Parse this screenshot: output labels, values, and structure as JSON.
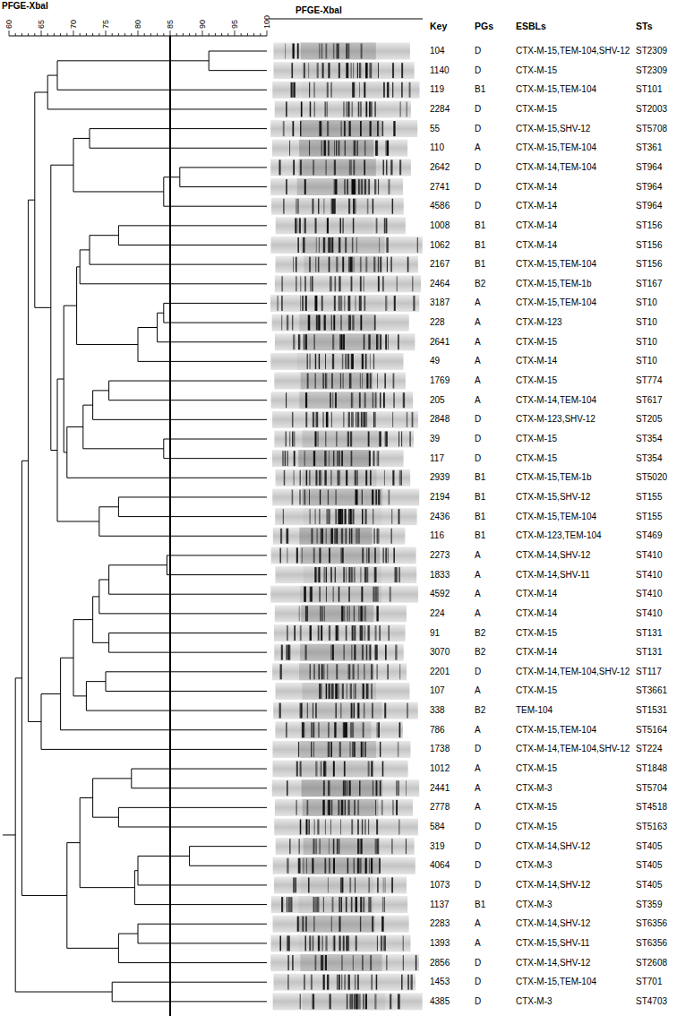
{
  "diagram": {
    "labels": [
      "PFGE-XbaI",
      "60",
      "65",
      "70",
      "75",
      "80",
      "85",
      "90",
      "95",
      "100",
      "PFGE-XbaI",
      "Key",
      "PGs",
      "ESBLs",
      "STs",
      "104",
      "D",
      "CTX-M-15,TEM-104,SHV-12",
      "ST2309",
      "1140",
      "D",
      "CTX-M-15",
      "ST2309",
      "119",
      "B1",
      "CTX-M-15,TEM-104",
      "ST101",
      "2284",
      "D",
      "CTX-M-15",
      "ST2003",
      "55",
      "D",
      "CTX-M-15,SHV-12",
      "ST5708",
      "110",
      "A",
      "CTX-M-15,TEM-104",
      "ST361",
      "2642",
      "D",
      "CTX-M-14,TEM-104",
      "ST964",
      "2741",
      "D",
      "CTX-M-14",
      "ST964",
      "4586",
      "D",
      "CTX-M-14",
      "ST964",
      "1008",
      "B1",
      "CTX-M-14",
      "ST156",
      "1062",
      "B1",
      "CTX-M-14",
      "ST156",
      "2167",
      "B1",
      "CTX-M-15,TEM-104",
      "ST156",
      "2464",
      "B2",
      "CTX-M-15,TEM-1b",
      "ST167",
      "3187",
      "A",
      "CTX-M-15,TEM-104",
      "ST10",
      "228",
      "A",
      "CTX-M-123",
      "ST10",
      "2641",
      "A",
      "CTX-M-15",
      "ST10",
      "49",
      "A",
      "CTX-M-14",
      "ST10",
      "1769",
      "A",
      "CTX-M-15",
      "ST774",
      "205",
      "A",
      "CTX-M-14,TEM-104",
      "ST617",
      "2848",
      "D",
      "CTX-M-123,SHV-12",
      "ST205",
      "39",
      "D",
      "CTX-M-15",
      "ST354",
      "117",
      "D",
      "CTX-M-15",
      "ST354",
      "2939",
      "B1",
      "CTX-M-15,TEM-1b",
      "ST5020",
      "2194",
      "B1",
      "CTX-M-15,SHV-12",
      "ST155",
      "2436",
      "B1",
      "CTX-M-15,TEM-104",
      "ST155",
      "116",
      "B1",
      "CTX-M-123,TEM-104",
      "ST469",
      "2273",
      "A",
      "CTX-M-14,SHV-12",
      "ST410",
      "1833",
      "A",
      "CTX-M-14,SHV-11",
      "ST410",
      "4592",
      "A",
      "CTX-M-14",
      "ST410",
      "224",
      "A",
      "CTX-M-14",
      "ST410",
      "91",
      "B2",
      "CTX-M-15",
      "ST131",
      "3070",
      "B2",
      "CTX-M-14",
      "ST131",
      "2201",
      "D",
      "CTX-M-14,TEM-104,SHV-12",
      "ST117",
      "107",
      "A",
      "CTX-M-15",
      "ST3661",
      "338",
      "B2",
      "TEM-104",
      "ST1531",
      "786",
      "A",
      "CTX-M-15,TEM-104",
      "ST5164",
      "1738",
      "D",
      "CTX-M-14,TEM-104,SHV-12",
      "ST224",
      "1012",
      "A",
      "CTX-M-15",
      "ST1848",
      "2441",
      "A",
      "CTX-M-3",
      "ST5704",
      "2778",
      "A",
      "CTX-M-15",
      "ST4518",
      "584",
      "D",
      "CTX-M-15",
      "ST5163",
      "319",
      "D",
      "CTX-M-14,SHV-12",
      "ST405",
      "4064",
      "D",
      "CTX-M-3",
      "ST405",
      "1073",
      "D",
      "CTX-M-14,SHV-12",
      "ST405",
      "1137",
      "B1",
      "CTX-M-3",
      "ST359",
      "2283",
      "A",
      "CTX-M-14,SHV-12",
      "ST6356",
      "1393",
      "A",
      "CTX-M-15,SHV-11",
      "ST6356",
      "2856",
      "D",
      "CTX-M-14,SHV-12",
      "ST2608",
      "1453",
      "D",
      "CTX-M-15,TEM-104",
      "ST701",
      "4385",
      "D",
      "CTX-M-3",
      "ST4703"
    ]
  }
}
